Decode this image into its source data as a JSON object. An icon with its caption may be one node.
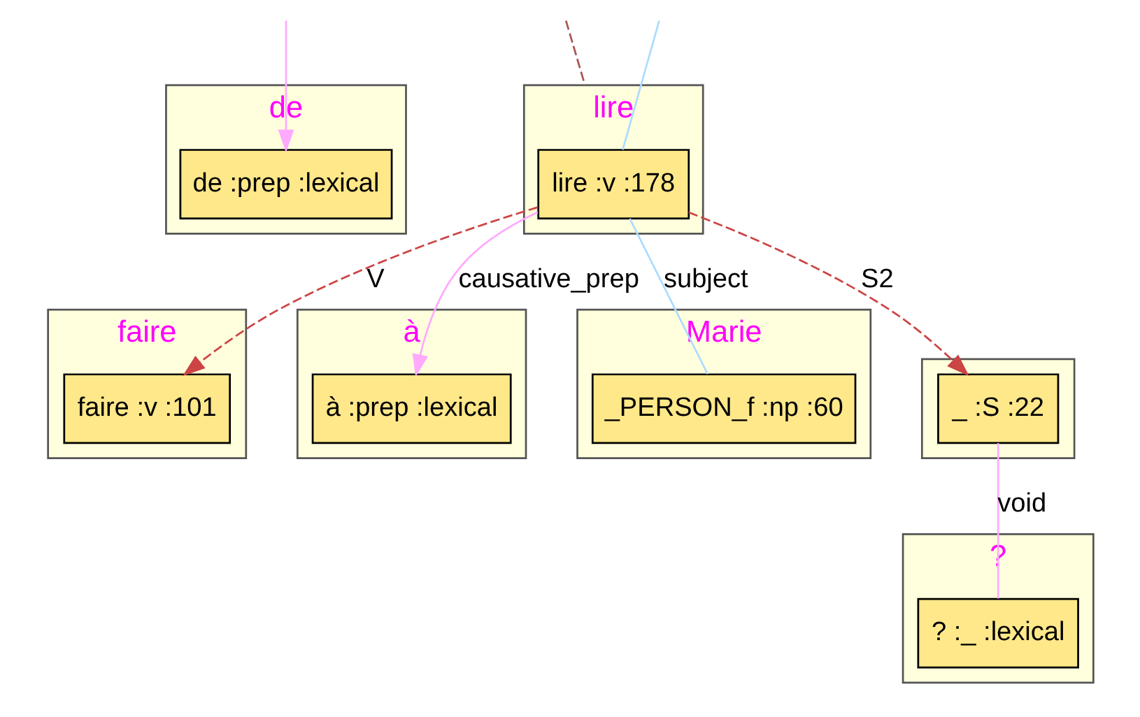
{
  "diagram": {
    "nodes": [
      {
        "text": [
          "de"
        ]
      },
      {
        "text": [
          "de :prep :lexical"
        ],
        "in": 0
      },
      {
        "text": [
          "faire"
        ]
      },
      {
        "text": [
          "faire :v :101"
        ],
        "in": 2
      },
      {
        "text": [
          "lire"
        ]
      },
      {
        "text": [
          "lire :v :178"
        ],
        "in": 4
      },
      {
        "text": [
          "à"
        ]
      },
      {
        "text": [
          "à :prep :lexical"
        ],
        "in": 6
      },
      {
        "text": [
          "Marie"
        ]
      },
      {
        "text": [
          "_PERSON_f :np :60"
        ],
        "in": 8
      },
      {
        "text": [],
        "shape": "box"
      },
      {
        "text": [
          "_ :S :22"
        ],
        "in": 10
      },
      {
        "text": [
          "?"
        ]
      },
      {
        "text": [
          "? :_ :lexical"
        ],
        "in": 12
      }
    ],
    "edges": [
      {
        "from": null,
        "to": 1,
        "arrow": "to",
        "color": "#ffaaff"
      },
      {
        "from": null,
        "to": 4,
        "arrow": "none",
        "style": "dashed",
        "color": "#aa5555"
      },
      {
        "from": 5,
        "to": 3,
        "arrow": "to",
        "label": "V",
        "style": "dashed",
        "color": "#cc4444"
      },
      {
        "from": null,
        "to": 5,
        "arrow": "none",
        "color": "#aaddff"
      },
      {
        "from": 5,
        "to": 7,
        "arrow": "to",
        "label": "causative_prep",
        "color": "#ffaaff"
      },
      {
        "from": 5,
        "to": 9,
        "arrow": "none",
        "label": "subject",
        "color": "#aaddff"
      },
      {
        "from": 5,
        "to": 11,
        "arrow": "to",
        "label": "S2",
        "style": "dashed",
        "color": "#cc4444"
      },
      {
        "from": 11,
        "to": 13,
        "arrow": "none",
        "label": "void",
        "color": "#ffaaff"
      }
    ]
  }
}
